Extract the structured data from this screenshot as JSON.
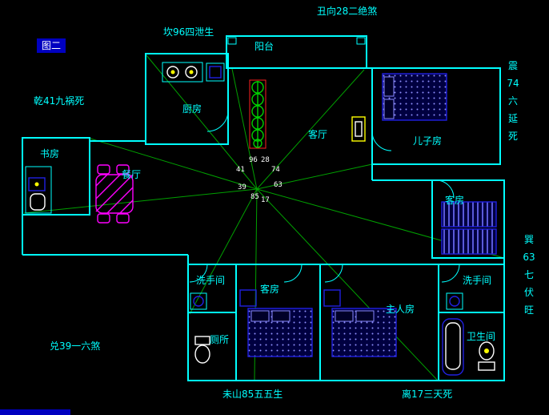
{
  "figure_badge": "图二",
  "compass": {
    "top_center": "丑向28二绝煞",
    "top_left": "坎96四泄生",
    "left": "乾41九祸死",
    "right_upper": [
      "震",
      "74",
      "六",
      "延",
      "死"
    ],
    "right_lower": [
      "巽",
      "63",
      "七",
      "伏",
      "旺"
    ],
    "bottom_left": "兑39一六煞",
    "bottom_center": "未山85五五生",
    "bottom_right": "离17三天死"
  },
  "rooms": {
    "balcony": "阳台",
    "kitchen": "厨房",
    "living_room": "客厅",
    "son_room": "儿子房",
    "study": "书房",
    "dining_room": "餐厅",
    "guest_room_east": "客房",
    "washroom_west": "洗手间",
    "guest_room_south": "客房",
    "master_room": "主人房",
    "washroom_east": "洗手间",
    "toilet": "厕所",
    "bathroom": "卫生间"
  },
  "center_numbers": {
    "n41": "41",
    "n96": "96",
    "n28": "28",
    "n74": "74",
    "n39": "39",
    "n63": "63",
    "n85": "85",
    "n17": "17"
  },
  "colors": {
    "background": "#000000",
    "wall": "#00ffff",
    "radial_line": "#00a000",
    "furniture_blue": "#2020e0",
    "dining_magenta": "#ff00ff",
    "plant_green": "#00d000",
    "plant_outline": "#ff2020",
    "highlight_yellow": "#ffff00",
    "text_cyan": "#00ffff",
    "badge_bg": "#0000c0",
    "white": "#ffffff"
  }
}
